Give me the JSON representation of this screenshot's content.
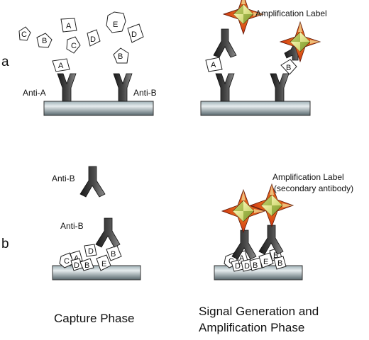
{
  "colors": {
    "surface_top": "#9fb0b6",
    "surface_mid": "#dfe6e8",
    "surface_dark": "#55656b",
    "antibody_dark": "#1c1c1c",
    "antibody_light": "#8a8a8a",
    "star_red": "#d42a12",
    "star_orange": "#ee8a1a",
    "star_yellow": "#f2ee9a",
    "star_green": "#9fb540"
  },
  "icons": {
    "antibody": "y-shaped-antibody",
    "antigen": "polygon-antigen",
    "label": "four-point-star"
  },
  "row_labels": {
    "a": "a",
    "b": "b"
  },
  "panel_a_left": {
    "free_antigens": [
      "C",
      "B",
      "A",
      "C",
      "D",
      "E",
      "D",
      "B"
    ],
    "bound_antigen": "A",
    "anti_a": "Anti-A",
    "anti_b": "Anti-B"
  },
  "panel_a_right": {
    "amp_label": "Amplification Label",
    "antigen_1": "A",
    "antigen_2": "B"
  },
  "panel_b_left": {
    "anti_b_top": "Anti-B",
    "anti_b_mid": "Anti-B",
    "pile": [
      "C",
      "A",
      "D",
      "D",
      "B",
      "E",
      "B"
    ]
  },
  "panel_b_right": {
    "amp_label_1": "Amplification Label",
    "amp_label_2": "(secondary antibody)",
    "pile": [
      "C",
      "D",
      "A",
      "D",
      "B",
      "E",
      "B",
      "B"
    ]
  },
  "footer": {
    "capture": "Capture Phase",
    "signal_1": "Signal Generation and",
    "signal_2": "Amplification Phase"
  }
}
